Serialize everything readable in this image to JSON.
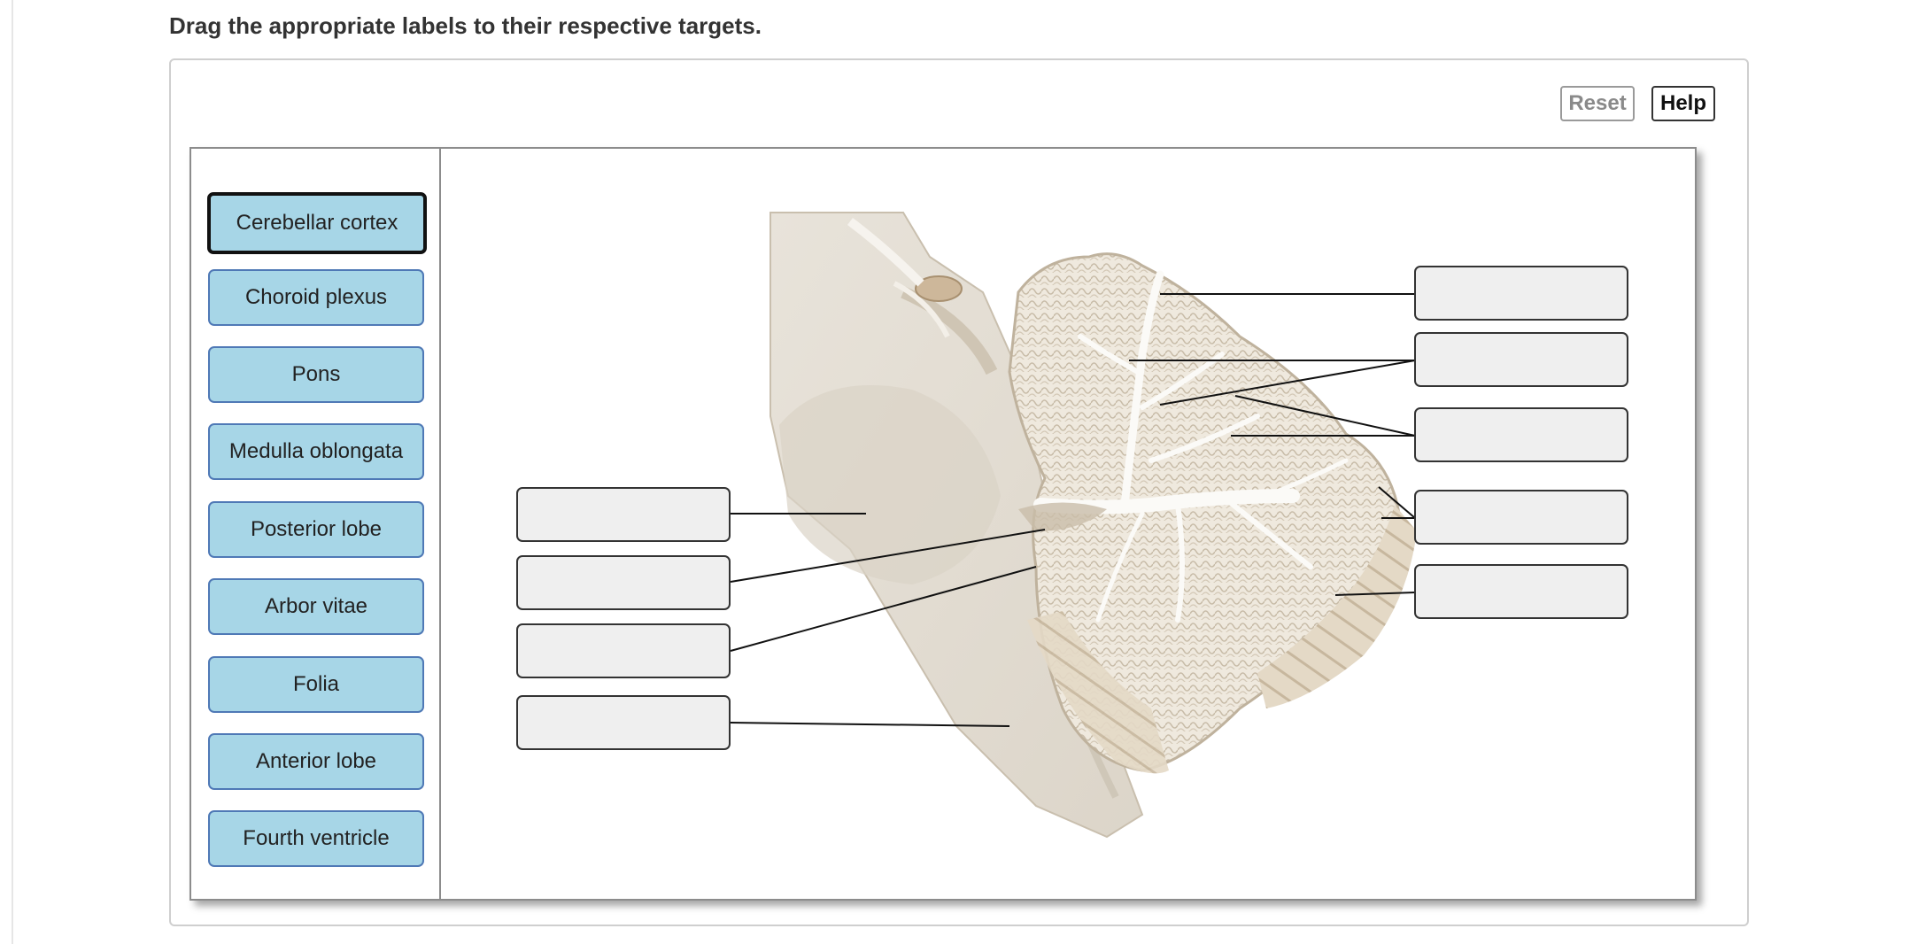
{
  "instructions": "Drag the appropriate labels to their respective targets.",
  "toolbar": {
    "reset_label": "Reset",
    "help_label": "Help"
  },
  "labels": [
    {
      "text": "Cerebellar cortex",
      "selected": true
    },
    {
      "text": "Choroid plexus"
    },
    {
      "text": "Pons"
    },
    {
      "text": "Medulla oblongata"
    },
    {
      "text": "Posterior lobe"
    },
    {
      "text": "Arbor vitae"
    },
    {
      "text": "Folia"
    },
    {
      "text": "Anterior lobe"
    },
    {
      "text": "Fourth ventricle"
    }
  ],
  "targets_left": [
    "",
    "",
    "",
    ""
  ],
  "targets_right": [
    "",
    "",
    "",
    "",
    ""
  ],
  "colors": {
    "chip_fill": "#a7d6e7",
    "chip_border": "#4f79b6",
    "target_fill": "#efefef",
    "tissue": "#e9e2d4"
  }
}
